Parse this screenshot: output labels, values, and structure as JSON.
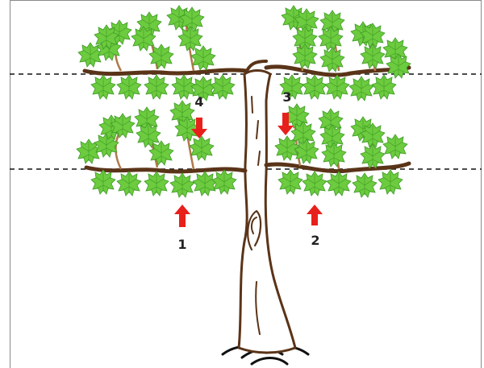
{
  "diagram": {
    "labels": {
      "arrow_1": "1",
      "arrow_2": "2",
      "arrow_3": "3",
      "arrow_4": "4"
    },
    "colors": {
      "leaf": "#6CCB3E",
      "leaf_dark": "#3E9A25",
      "trunk_outline": "#5A3418",
      "arrow": "#E8201B",
      "wire": "#111111"
    }
  }
}
